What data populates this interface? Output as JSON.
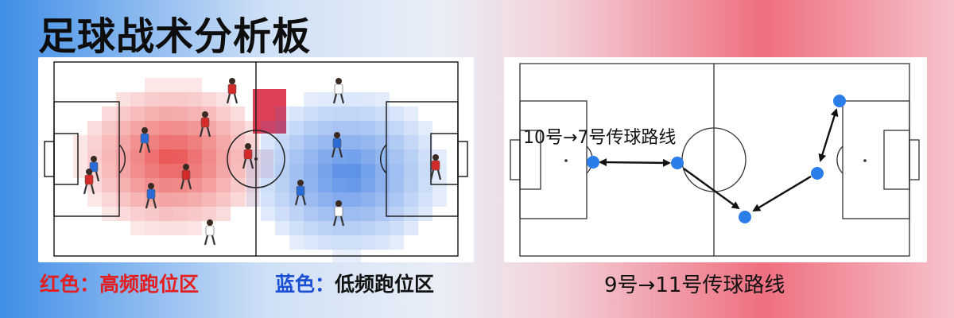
{
  "page_title": "足球战术分析板",
  "heatmap_panel": {
    "legend_red_label": "红色：",
    "legend_red_text": "高频跑位区",
    "legend_blue_label": "蓝色：",
    "legend_blue_text": "低频跑位区",
    "colors": {
      "red": "#e41e1e",
      "blue": "#1b4fd6"
    }
  },
  "pass_panel": {
    "route_label_1": "10号→7号传球路线",
    "route_label_2": "9号→11号传球路线",
    "node_color": "#2b7de9"
  }
}
